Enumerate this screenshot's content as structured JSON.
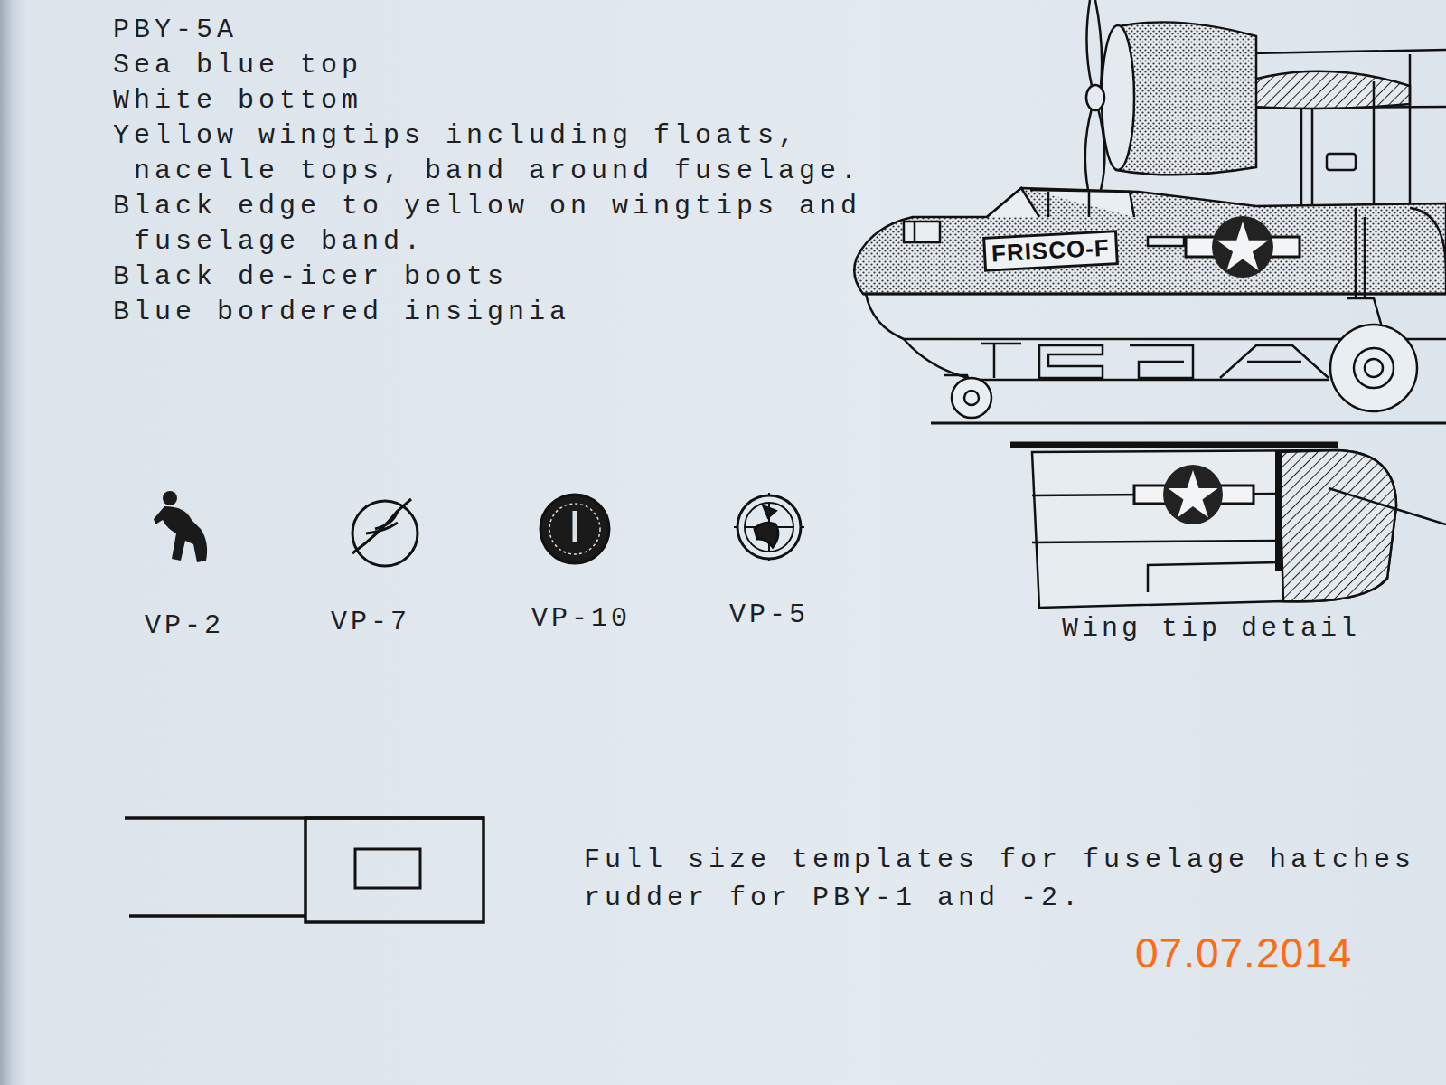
{
  "diagram": {
    "title": "PBY-5A",
    "nodes": [
      {
        "text": [
          "FRISCO-F"
        ]
      }
    ],
    "labels": [
      "Sea blue top",
      "White bottom",
      "Yellow wingtips including floats, nacelle tops, band around fuselage.",
      "Black edge to yellow on wingtips and fuselage band.",
      "Black de-icer boots",
      "Blue bordered insignia",
      "VP-2",
      "VP-7",
      "VP-10",
      "VP-5",
      "Wing tip detail",
      "Full size templates for fuselage hatches rudder for PBY-1 and -2.",
      "07.07.2014"
    ]
  }
}
